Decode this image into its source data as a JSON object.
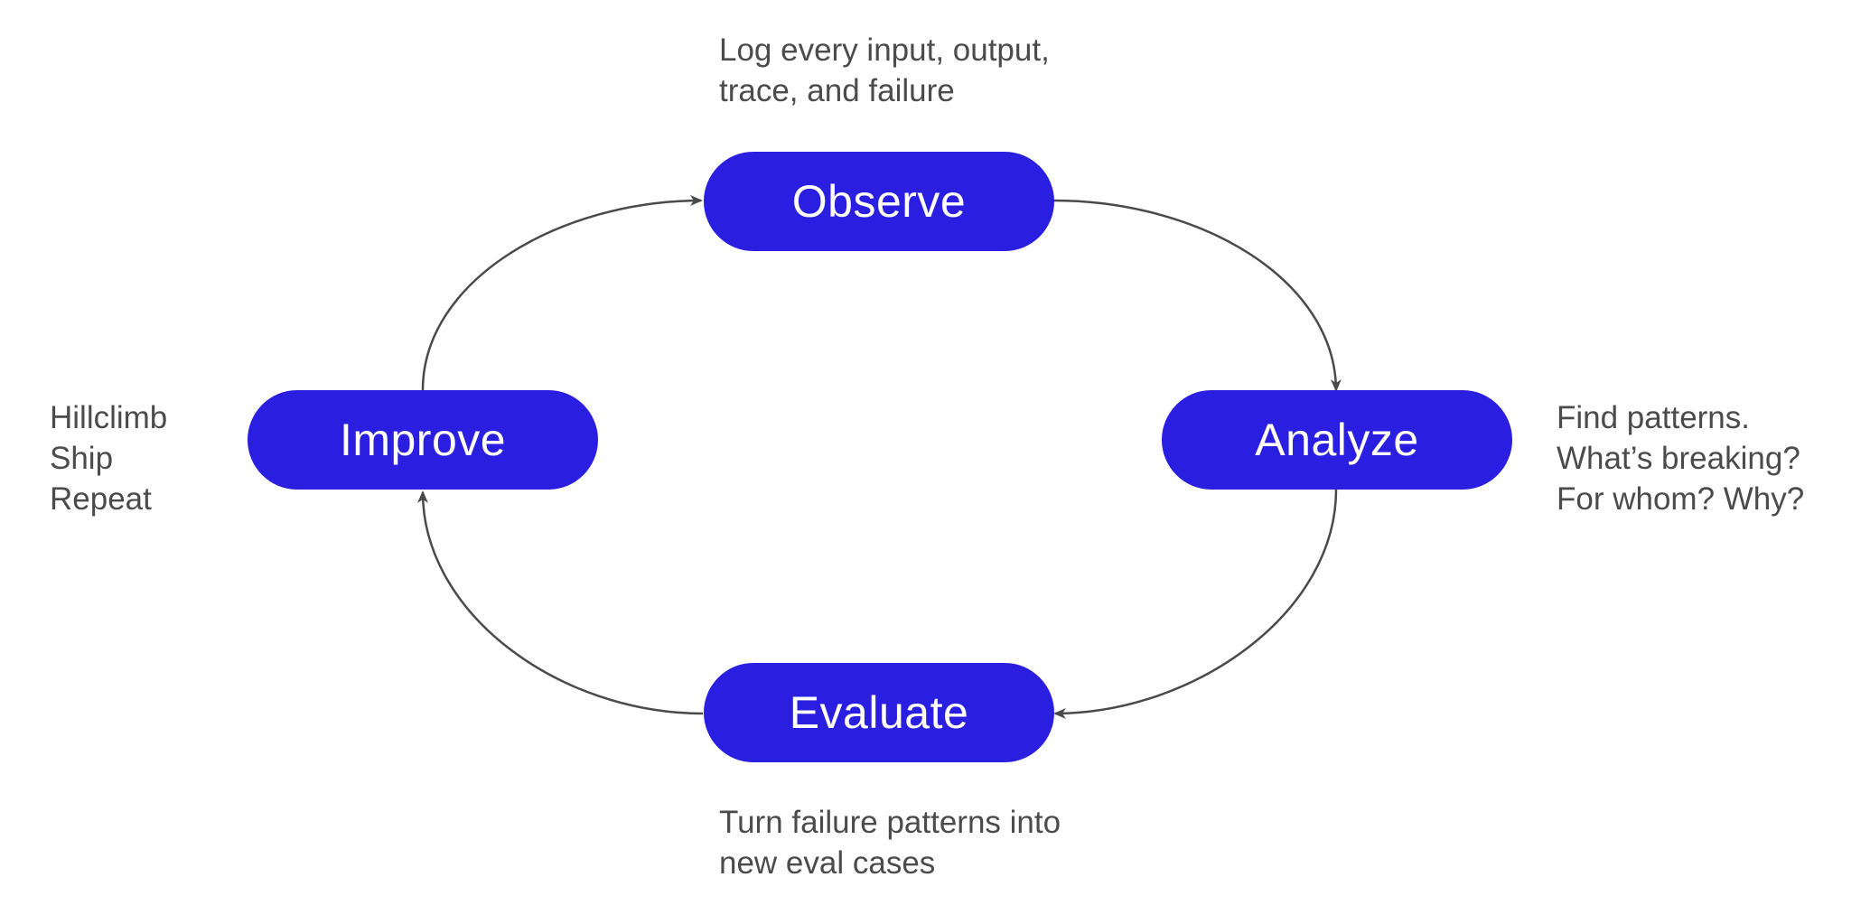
{
  "stages": {
    "observe": {
      "label": "Observe",
      "note": [
        "Log every input, output,",
        "trace, and failure"
      ]
    },
    "analyze": {
      "label": "Analyze",
      "note": [
        "Find patterns.",
        "What’s breaking?",
        "For whom? Why?"
      ]
    },
    "evaluate": {
      "label": "Evaluate",
      "note": [
        "Turn failure patterns into",
        "new eval cases"
      ]
    },
    "improve": {
      "label": "Improve",
      "note": [
        "Hillclimb",
        "Ship",
        "Repeat"
      ]
    }
  },
  "colors": {
    "pill_fill": "#2a1fe0",
    "pill_text": "#ffffff",
    "note_text": "#4b4b4b",
    "arrow": "#4a4a4a"
  }
}
